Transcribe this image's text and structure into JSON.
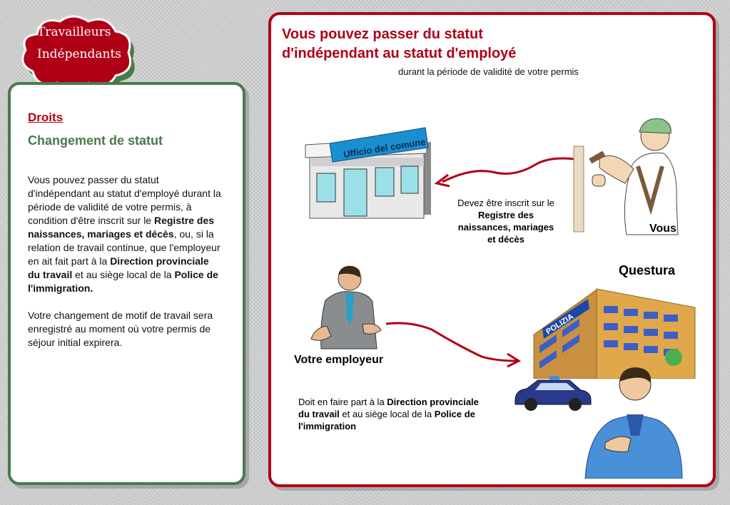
{
  "badge": {
    "line1": "Travailleurs",
    "line2": "Indépendants"
  },
  "left": {
    "heading": "Droits",
    "subheading": "Changement de statut",
    "p1_a": "Vous pouvez passer du statut d'indépendant au statut d'employé durant la période de validité de votre permis, à condition d'être inscrit sur le ",
    "p1_b": "Registre des naissances, mariages et décès",
    "p1_c": ", ou, si la relation de travail continue, que l'employeur en ait fait part à la ",
    "p1_d": "Direction provinciale du travail",
    "p1_e": " et au siège local de la ",
    "p1_f": "Police de l'immigration.",
    "p2": "Votre changement de motif de travail sera enregistré au moment où votre permis de séjour initial expirera."
  },
  "right": {
    "title_line1": "Vous pouvez passer du statut",
    "title_line2": "d'indépendant au statut d'employé",
    "subtitle": "durant la période de validité de votre permis",
    "comune_sign": "Ufficio del comune",
    "reg_a": "Devez être inscrit sur le ",
    "reg_b": "Registre des naissances, mariages et décès",
    "vous": "Vous",
    "questura": "Questura",
    "polizia_sign": "POLIZIA",
    "employeur": "Votre employeur",
    "dir_a": "Doit en faire part à la ",
    "dir_b": "Direction provinciale du travail",
    "dir_c": " et au siège local de la ",
    "dir_d": "Police de l'immigration"
  },
  "colors": {
    "accent_red": "#b00018",
    "accent_green": "#4a7a4a"
  }
}
